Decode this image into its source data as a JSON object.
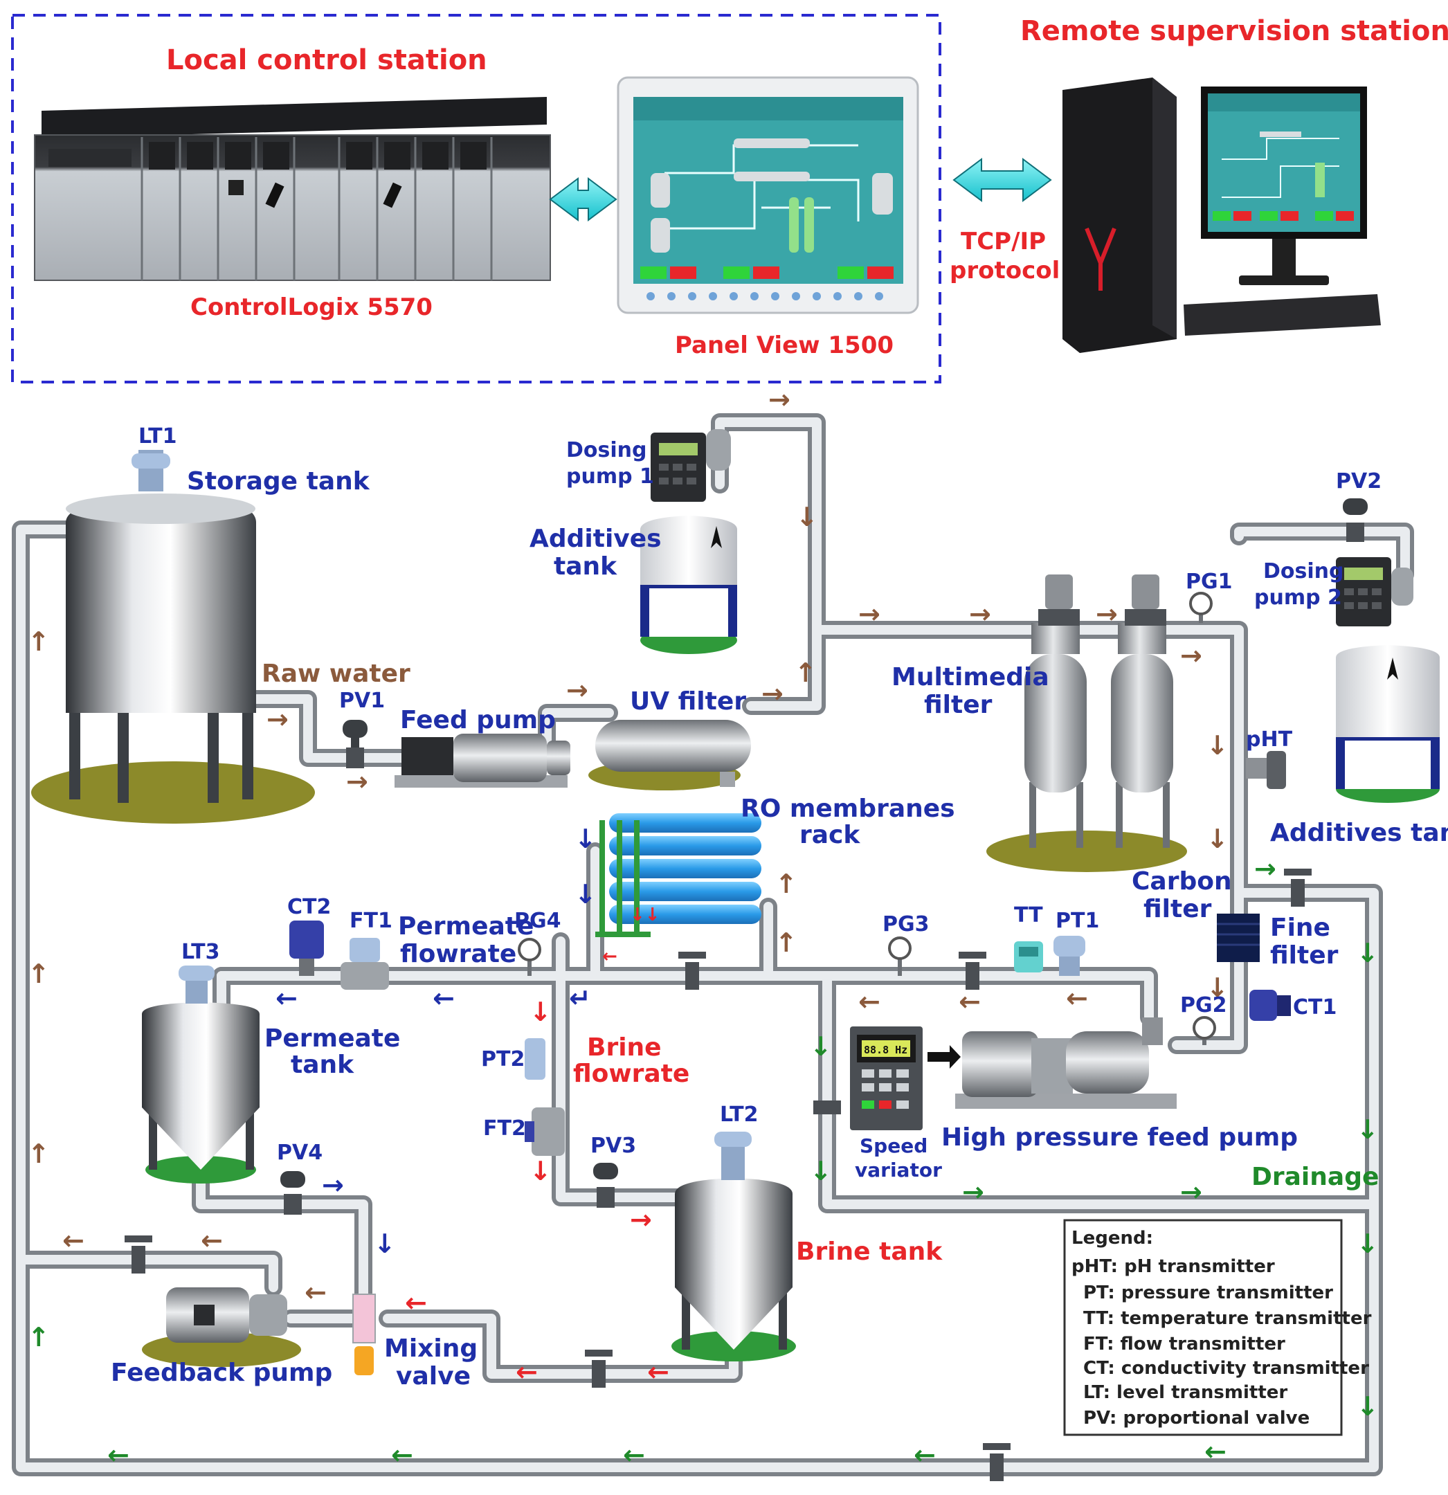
{
  "control": {
    "local_station": "Local control station",
    "remote_station": "Remote supervision station",
    "plc": "ControlLogix 5570",
    "hmi": "Panel View 1500",
    "protocol_line1": "TCP/IP",
    "protocol_line2": "protocol"
  },
  "colors": {
    "label_blue": "#1f2fa8",
    "label_red": "#e8262a",
    "flow_brown": "#8b5a3c",
    "flow_green": "#1f8a2a",
    "dashed_border": "#2a2ad0",
    "link_arrow": "#35d7e0",
    "ground": "#8c8a2a"
  },
  "equipment": {
    "storage_tank": "Storage tank",
    "raw_water": "Raw water",
    "feed_pump": "Feed pump",
    "uv_filter": "UV filter",
    "dosing_pump_1_line1": "Dosing",
    "dosing_pump_1_line2": "pump 1",
    "additives_tank_1_line1": "Additives",
    "additives_tank_1_line2": "tank",
    "multimedia_filter_line1": "Multimedia",
    "multimedia_filter_line2": "filter",
    "carbon_filter_line1": "Carbon",
    "carbon_filter_line2": "filter",
    "dosing_pump_2_line1": "Dosing",
    "dosing_pump_2_line2": "pump 2",
    "additives_tank_2": "Additives tank",
    "ro_rack_line1": "RO membranes",
    "ro_rack_line2": "rack",
    "permeate_flowrate_line1": "Permeate",
    "permeate_flowrate_line2": "flowrate",
    "permeate_tank_line1": "Permeate",
    "permeate_tank_line2": "tank",
    "brine_flowrate_line1": "Brine",
    "brine_flowrate_line2": "flowrate",
    "brine_tank": "Brine tank",
    "fine_filter_line1": "Fine",
    "fine_filter_line2": "filter",
    "hp_pump": "High pressure feed pump",
    "speed_variator_line1": "Speed",
    "speed_variator_line2": "variator",
    "vfd_display": "88.8 Hz",
    "drainage": "Drainage",
    "mixing_valve_line1": "Mixing",
    "mixing_valve_line2": "valve",
    "feedback_pump": "Feedback pump"
  },
  "instruments": {
    "lt1": "LT1",
    "lt2": "LT2",
    "lt3": "LT3",
    "pv1": "PV1",
    "pv2": "PV2",
    "pv3": "PV3",
    "pv4": "PV4",
    "pg1": "PG1",
    "pg2": "PG2",
    "pg3": "PG3",
    "pg4": "PG4",
    "pht": "pHT",
    "ct1": "CT1",
    "ct2": "CT2",
    "ft1": "FT1",
    "ft2": "FT2",
    "pt1": "PT1",
    "pt2": "PT2",
    "tt": "TT"
  },
  "legend": {
    "title": "Legend:",
    "items": [
      "pHT: pH transmitter",
      "PT: pressure transmitter",
      "TT: temperature transmitter",
      "FT: flow transmitter",
      "CT: conductivity transmitter",
      "LT: level transmitter",
      "PV: proportional valve"
    ]
  }
}
